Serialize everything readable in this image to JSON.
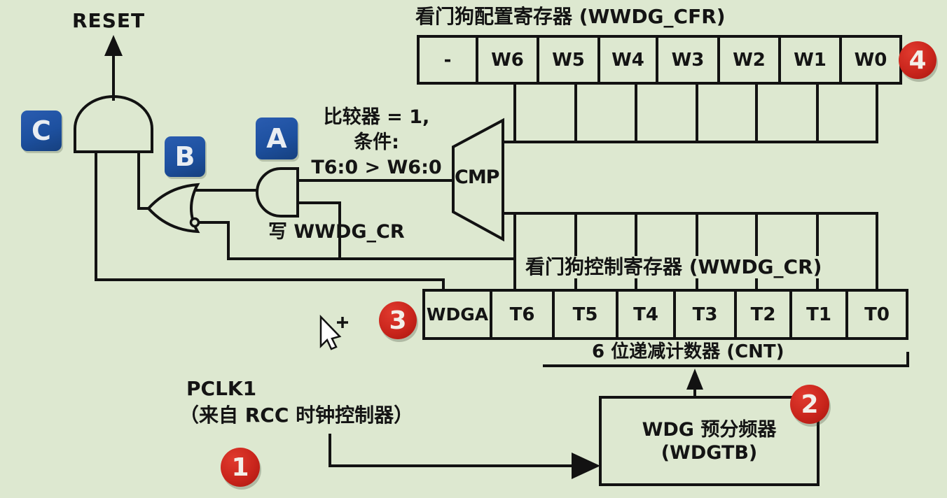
{
  "diagram": {
    "title_cfr": "看门狗配置寄存器 (WWDG_CFR)",
    "title_cr": "看门狗控制寄存器 (WWDG_CR)",
    "reset_label": "RESET",
    "cmp_label": "CMP",
    "condition_line1": "比较器 = 1,",
    "condition_line2": "条件:",
    "condition_line3": "T6:0 > W6:0",
    "write_label": "写 WWDG_CR",
    "cnt_label": "6 位递减计数器 (CNT)",
    "pclk_label": "PCLK1",
    "pclk_sub_label": "（来自 RCC 时钟控制器）",
    "prescaler_line1": "WDG 预分频器",
    "prescaler_line2": "(WDGTB)"
  },
  "registers": {
    "cfr": {
      "cells": [
        "-",
        "W6",
        "W5",
        "W4",
        "W3",
        "W2",
        "W1",
        "W0"
      ]
    },
    "cr": {
      "cells": [
        "WDGA",
        "T6",
        "T5",
        "T4",
        "T3",
        "T2",
        "T1",
        "T0"
      ]
    }
  },
  "callouts": {
    "a": "A",
    "b": "B",
    "c": "C",
    "n1": "1",
    "n2": "2",
    "n3": "3",
    "n4": "4"
  },
  "colors": {
    "background": "#dde8d0",
    "line": "#121212",
    "badge_blue": "#1d509f",
    "badge_red": "#c9251c"
  }
}
